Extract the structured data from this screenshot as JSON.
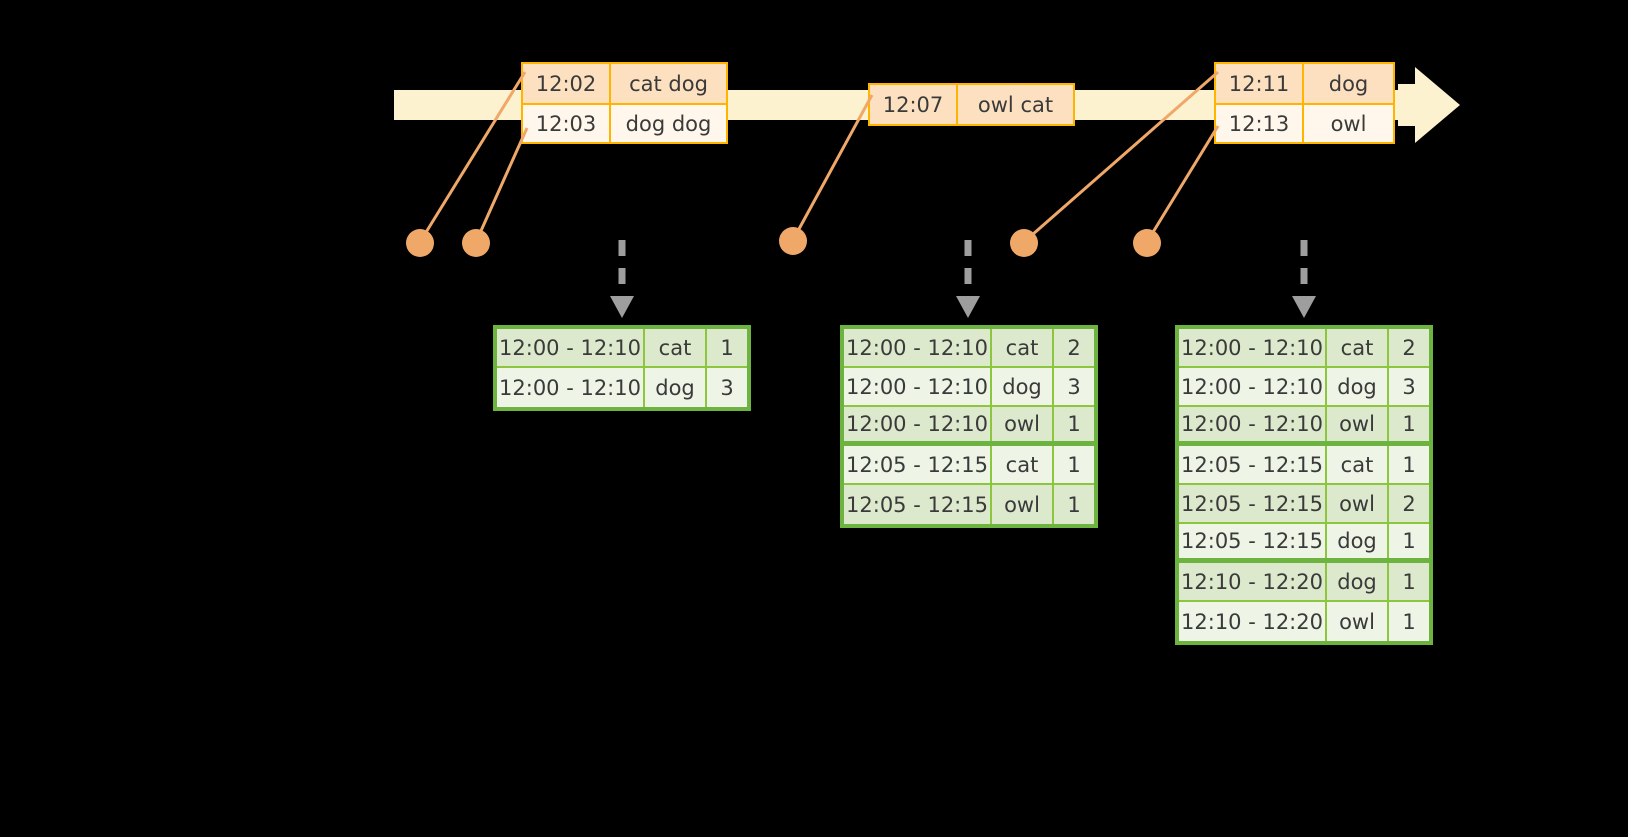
{
  "timeline": {
    "name": "event-stream-timeline",
    "arrow_direction": "right",
    "events": [
      {
        "id": "evt-a",
        "rows": [
          {
            "time": "12:02",
            "value": "cat dog"
          },
          {
            "time": "12:03",
            "value": "dog dog"
          }
        ]
      },
      {
        "id": "evt-b",
        "rows": [
          {
            "time": "12:07",
            "value": "owl cat"
          }
        ]
      },
      {
        "id": "evt-c",
        "rows": [
          {
            "time": "12:11",
            "value": "dog"
          },
          {
            "time": "12:13",
            "value": "owl"
          }
        ]
      }
    ]
  },
  "tables": [
    {
      "id": "tbl-1",
      "name": "window-count-table-1",
      "rows": [
        {
          "window": "12:00 - 12:10",
          "key": "cat",
          "count": "1"
        },
        {
          "window": "12:00 - 12:10",
          "key": "dog",
          "count": "3"
        }
      ]
    },
    {
      "id": "tbl-2",
      "name": "window-count-table-2",
      "rows": [
        {
          "window": "12:00 - 12:10",
          "key": "cat",
          "count": "2"
        },
        {
          "window": "12:00 - 12:10",
          "key": "dog",
          "count": "3"
        },
        {
          "window": "12:00 - 12:10",
          "key": "owl",
          "count": "1"
        },
        {
          "window": "12:05 - 12:15",
          "key": "cat",
          "count": "1"
        },
        {
          "window": "12:05 - 12:15",
          "key": "owl",
          "count": "1"
        }
      ]
    },
    {
      "id": "tbl-3",
      "name": "window-count-table-3",
      "rows": [
        {
          "window": "12:00 - 12:10",
          "key": "cat",
          "count": "2"
        },
        {
          "window": "12:00 - 12:10",
          "key": "dog",
          "count": "3"
        },
        {
          "window": "12:00 - 12:10",
          "key": "owl",
          "count": "1"
        },
        {
          "window": "12:05 - 12:15",
          "key": "cat",
          "count": "1"
        },
        {
          "window": "12:05 - 12:15",
          "key": "owl",
          "count": "2"
        },
        {
          "window": "12:05 - 12:15",
          "key": "dog",
          "count": "1"
        },
        {
          "window": "12:10 - 12:20",
          "key": "dog",
          "count": "1"
        },
        {
          "window": "12:10 - 12:20",
          "key": "owl",
          "count": "1"
        }
      ]
    }
  ],
  "colors": {
    "timeline_fill": "#fdf2cf",
    "event_border": "#ffb400",
    "event_fill": "#fff7ec",
    "event_fill_shade": "#fde0c0",
    "connector": "#f0a868",
    "table_border": "#6cb33f",
    "table_grid": "#8cc63f",
    "table_fill_odd": "#dde9cd",
    "table_fill_even": "#eef4e6",
    "dashed_arrow": "#9e9e9e",
    "background": "#000000"
  }
}
